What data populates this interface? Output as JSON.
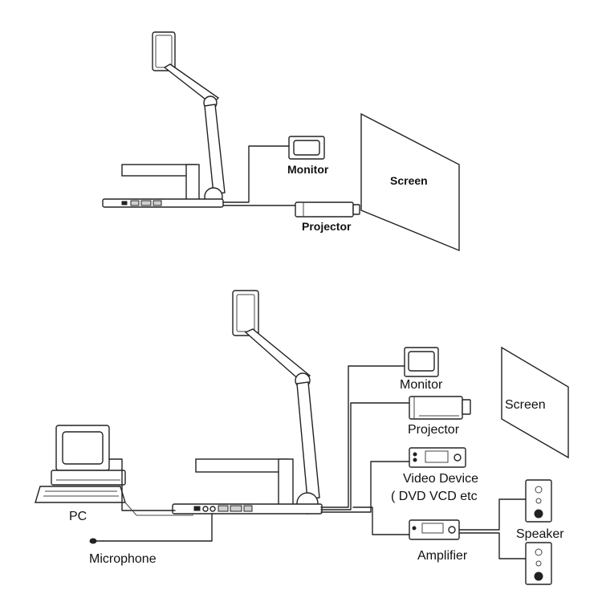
{
  "top_section": {
    "labels": {
      "monitor": "Monitor",
      "screen": "Screen",
      "projector": "Projector"
    }
  },
  "bottom_section": {
    "labels": {
      "monitor": "Monitor",
      "projector": "Projector",
      "screen": "Screen",
      "video_device_line1": "Video Device",
      "video_device_line2": "( DVD VCD etc",
      "speaker": "Speaker",
      "amplifier": "Amplifier",
      "pc": "PC",
      "microphone": "Microphone"
    }
  }
}
